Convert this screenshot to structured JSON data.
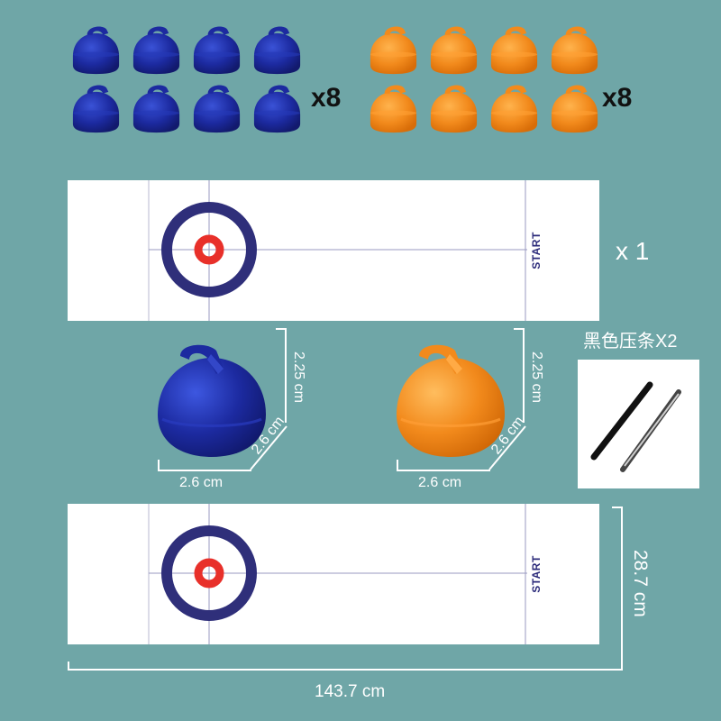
{
  "sets": {
    "blue_count": "x8",
    "orange_count": "x8",
    "mat_count": "x 1"
  },
  "strips": {
    "label": "黑色压条X2"
  },
  "mat": {
    "start_label": "START"
  },
  "stone_dims": {
    "width": "2.6 cm",
    "depth": "2.6 cm",
    "height": "2.25 cm"
  },
  "mat_dims": {
    "length": "143.7 cm",
    "width": "28.7 cm"
  },
  "colors": {
    "background": "#6fa6a7",
    "blue_stone": "#1a2a9c",
    "orange_stone": "#f28a1c",
    "ring_outer": "#2f2f7a",
    "ring_center": "#e8302a",
    "start_text": "#2b2a7a"
  }
}
